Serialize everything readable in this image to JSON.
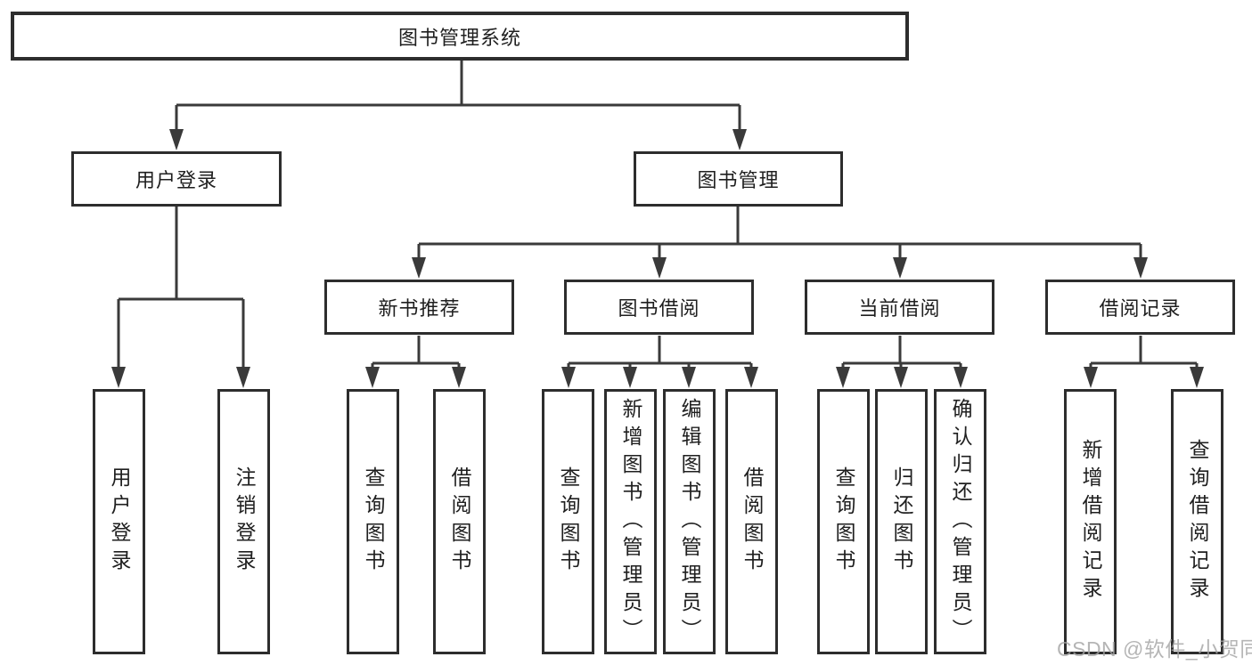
{
  "title": {
    "label": "图书管理系统"
  },
  "level2": {
    "user_login": {
      "label": "用户登录"
    },
    "book_mgmt": {
      "label": "图书管理"
    }
  },
  "level3": {
    "new_books": {
      "label": "新书推荐"
    },
    "book_borrow": {
      "label": "图书借阅"
    },
    "current_borrow": {
      "label": "当前借阅"
    },
    "borrow_records": {
      "label": "借阅记录"
    }
  },
  "leaves": {
    "user_login_children": [
      {
        "label": "用户登录"
      },
      {
        "label": "注销登录"
      }
    ],
    "new_books_children": [
      {
        "label": "查询图书"
      },
      {
        "label": "借阅图书"
      }
    ],
    "book_borrow_children": [
      {
        "label": "查询图书"
      },
      {
        "label": "新增图书（管理员）"
      },
      {
        "label": "编辑图书（管理员）"
      },
      {
        "label": "借阅图书"
      }
    ],
    "current_borrow_children": [
      {
        "label": "查询图书"
      },
      {
        "label": "归还图书"
      },
      {
        "label": "确认归还（管理员）"
      }
    ],
    "borrow_records_children": [
      {
        "label": "新增借阅记录"
      },
      {
        "label": "查询借阅记录"
      }
    ]
  },
  "watermark": {
    "label": "CSDN @软件_小贺同学"
  },
  "colors": {
    "line": "#3a3a3a",
    "box_border": "#2d2d2d",
    "text": "#1f1f1f",
    "background": "#ffffff",
    "watermark": "#a3a3a3"
  }
}
